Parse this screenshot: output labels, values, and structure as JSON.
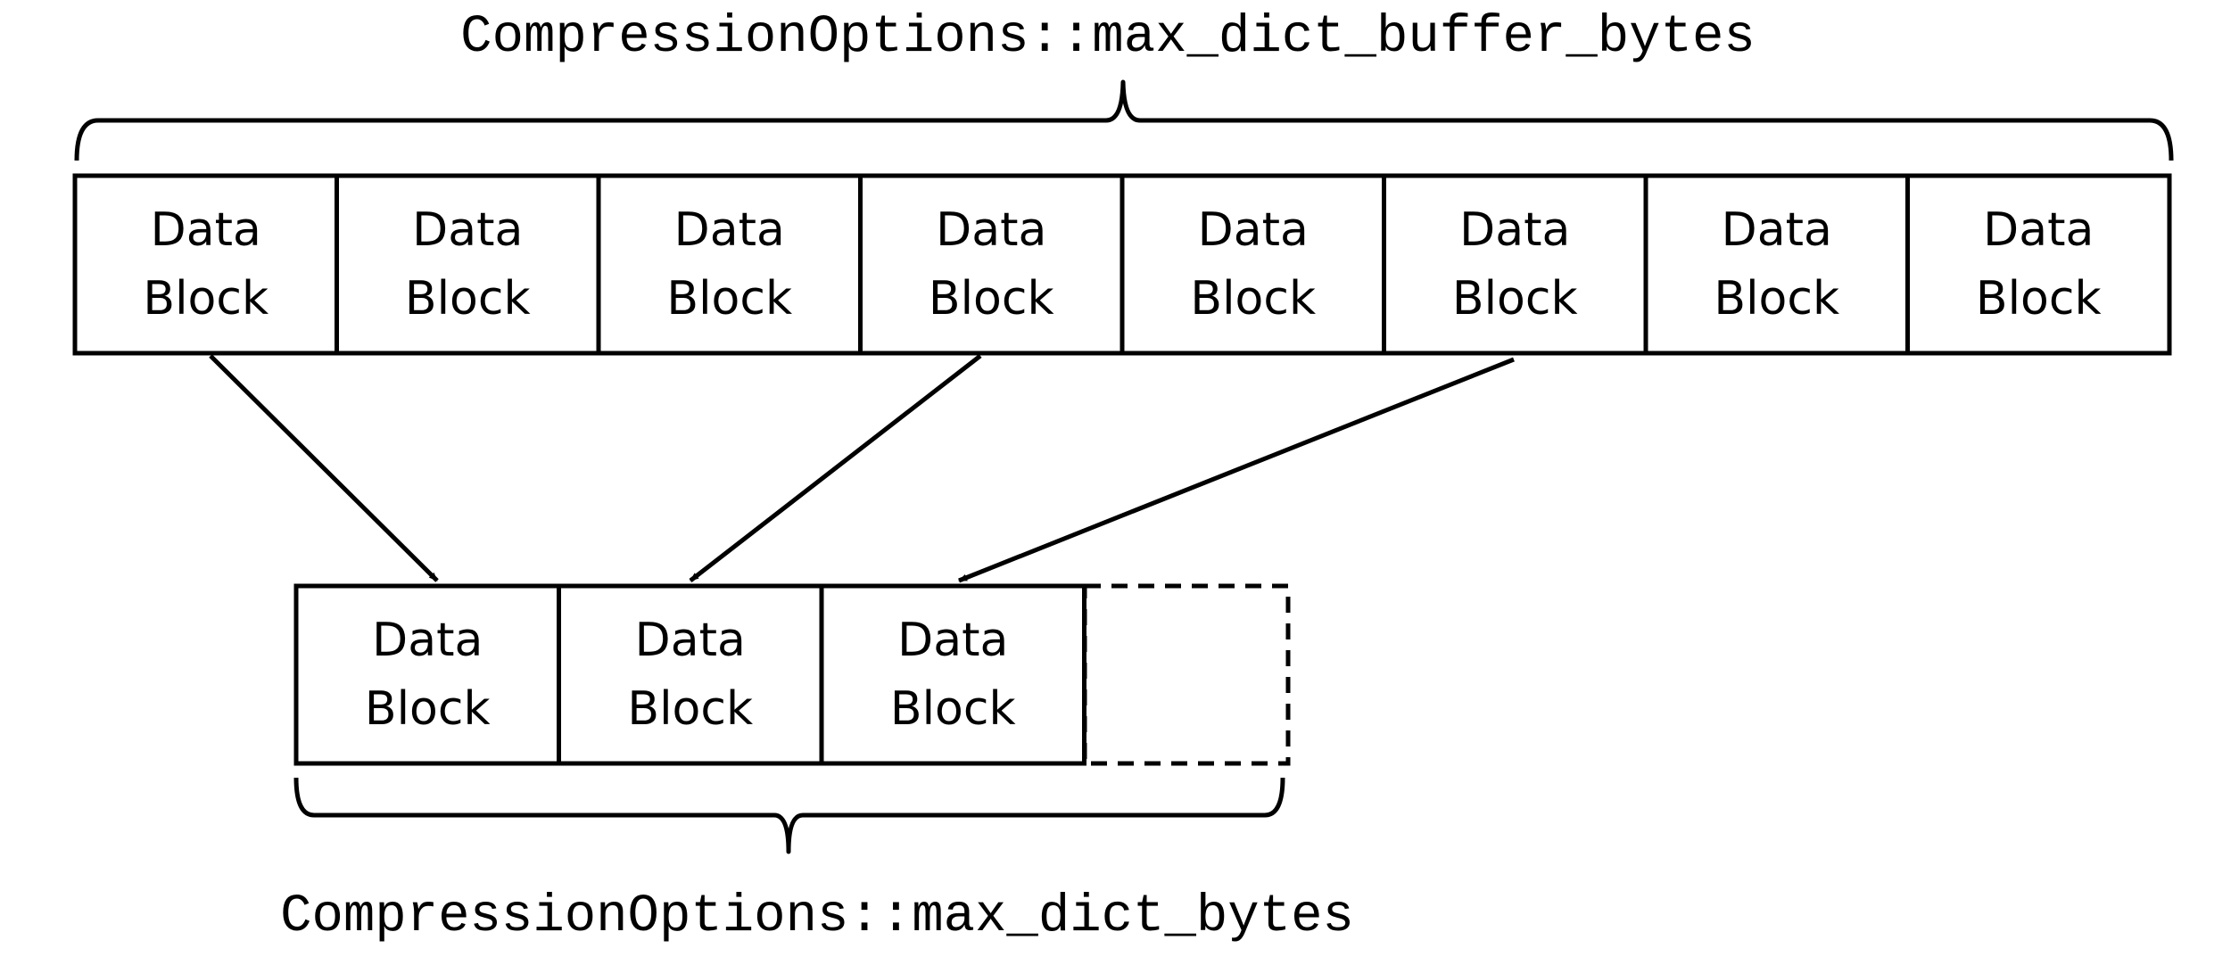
{
  "top_label": "CompressionOptions::max_dict_buffer_bytes",
  "bottom_label": "CompressionOptions::max_dict_bytes",
  "buffer_blocks": [
    {
      "line1": "Data",
      "line2": "Block"
    },
    {
      "line1": "Data",
      "line2": "Block"
    },
    {
      "line1": "Data",
      "line2": "Block"
    },
    {
      "line1": "Data",
      "line2": "Block"
    },
    {
      "line1": "Data",
      "line2": "Block"
    },
    {
      "line1": "Data",
      "line2": "Block"
    },
    {
      "line1": "Data",
      "line2": "Block"
    },
    {
      "line1": "Data",
      "line2": "Block"
    }
  ],
  "dict_blocks": [
    {
      "line1": "Data",
      "line2": "Block"
    },
    {
      "line1": "Data",
      "line2": "Block"
    },
    {
      "line1": "Data",
      "line2": "Block"
    }
  ],
  "sampled_buffer_indices": [
    0,
    3,
    5
  ]
}
